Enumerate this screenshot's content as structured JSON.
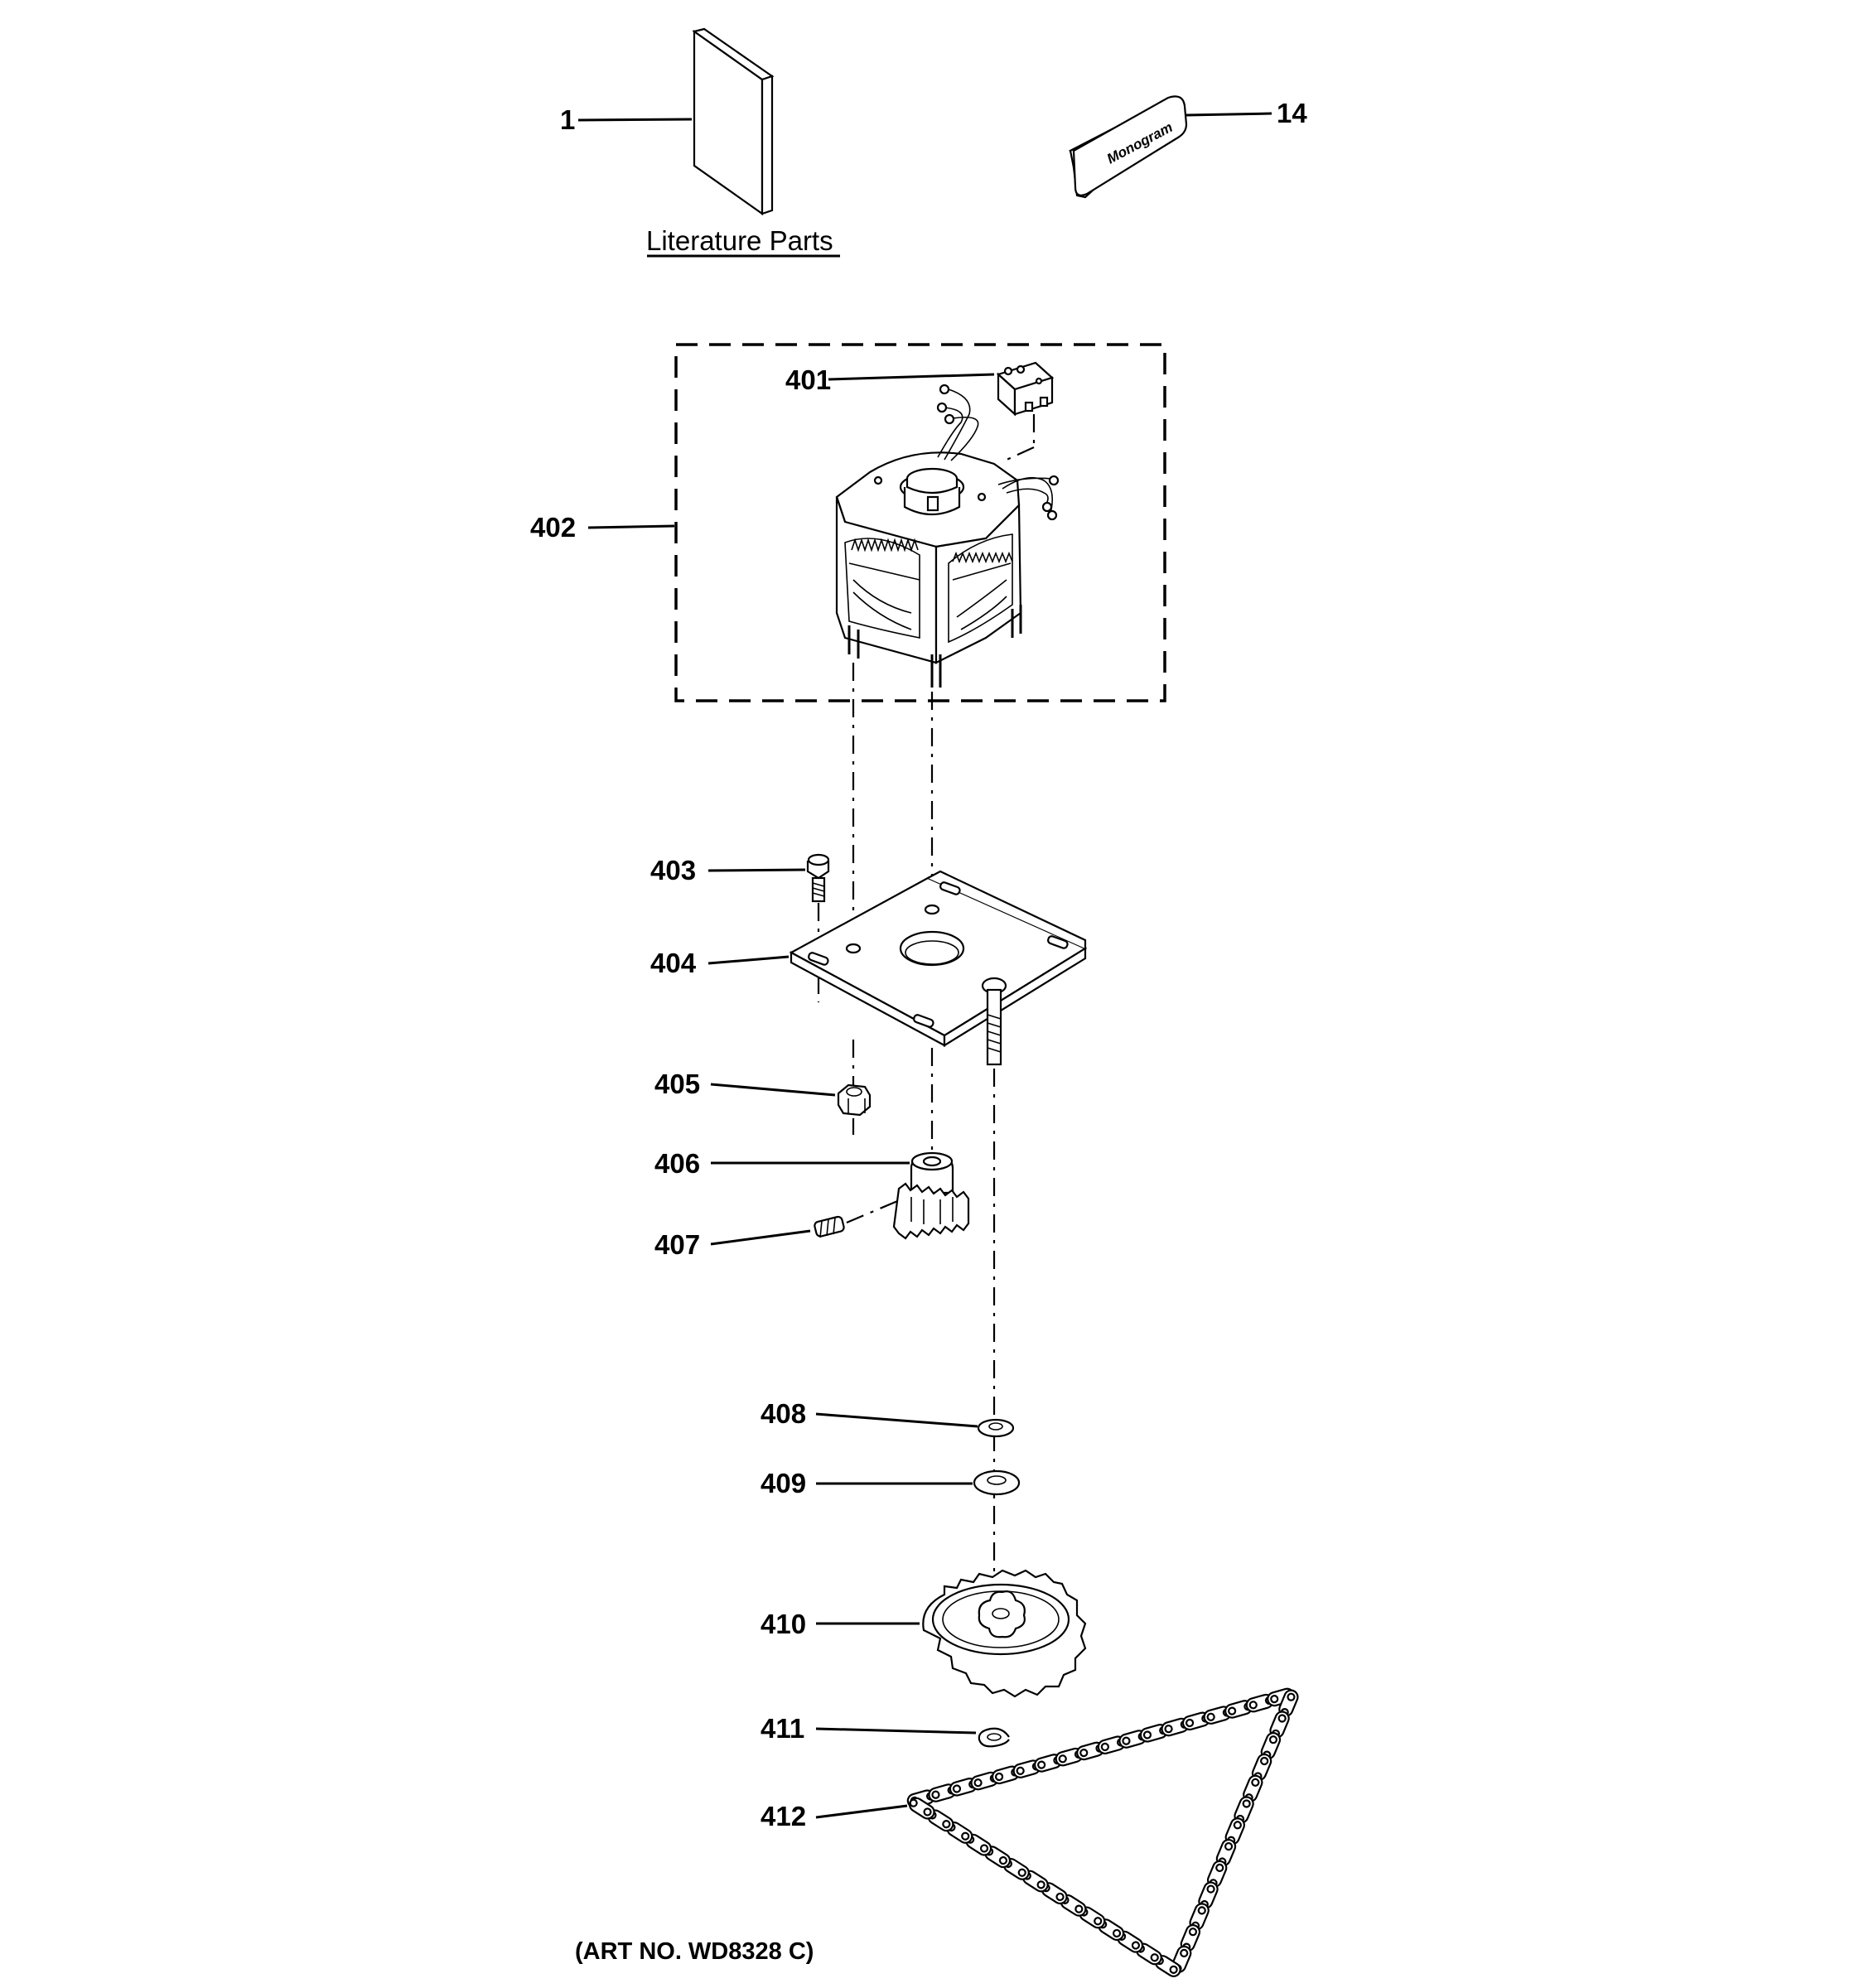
{
  "diagram": {
    "literature_caption": "Literature Parts",
    "art_number": "(ART NO. WD8328 C)",
    "badge_text": "Monogram",
    "callouts": {
      "c1": "1",
      "c14": "14",
      "c401": "401",
      "c402": "402",
      "c403": "403",
      "c404": "404",
      "c405": "405",
      "c406": "406",
      "c407": "407",
      "c408": "408",
      "c409": "409",
      "c410": "410",
      "c411": "411",
      "c412": "412"
    }
  }
}
